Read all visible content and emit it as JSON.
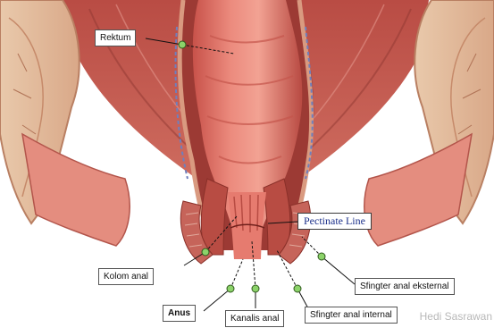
{
  "labels": {
    "rektum": "Rektum",
    "pectinate_line": "Pectinate Line",
    "kolom_anal": "Kolom anal",
    "sfingter_eksternal": "Sfingter anal eksternal",
    "anus": "Anus",
    "kanalis_anal": "Kanalis anal",
    "sfingter_internal": "Sfingter anal internal"
  },
  "watermark": "Hedi Sasrawan",
  "colors": {
    "leader_dot": "#8cd36a",
    "pectinate_text": "#1a2f8a",
    "tissue": "#d46a5c",
    "bone": "#e6c3a5"
  }
}
